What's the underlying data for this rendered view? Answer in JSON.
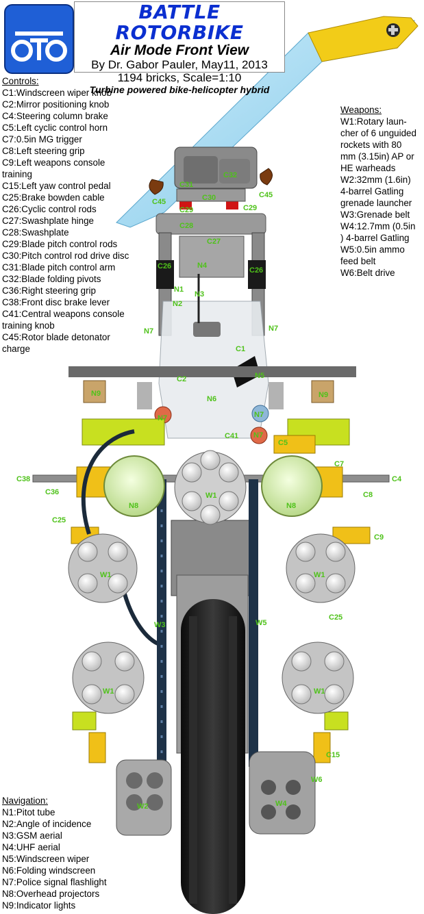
{
  "header": {
    "title": "BATTLE ROTORBIKE",
    "subtitle": "Air Mode Front View",
    "author_line": "By Dr. Gabor Pauler, May11, 2013",
    "bricks_line": "1194 bricks, Scale=1:10",
    "tagline": "Turbine powered bike-helicopter hybrid"
  },
  "logo": {
    "icon": "oto-logo-icon",
    "color": "#1f5fd6"
  },
  "controls": {
    "heading": "Controls:",
    "items": [
      "C1:Windscreen wiper knob",
      "C2:Mirror positioning knob",
      "C4:Steering column brake",
      "C5:Left cyclic control horn",
      "C7:0.5in MG trigger",
      "C8:Left steering grip",
      "C9:Left weapons console",
      "training",
      "C15:Left yaw control pedal",
      "C25:Brake bowden cable",
      "C26:Cyclic control rods",
      "C27:Swashplate hinge",
      "C28:Swashplate",
      "C29:Blade pitch control rods",
      "C30:Pitch control rod drive disc",
      "C31:Blade pitch control arm",
      "C32:Blade folding pivots",
      "C36:Right steering grip",
      "C38:Front disc brake lever",
      "C41:Central weapons console",
      "training knob",
      "C45:Rotor blade detonator",
      "charge"
    ]
  },
  "weapons": {
    "heading": "Weapons:",
    "lines": [
      "W1:Rotary laun-",
      "cher of 6 unguided",
      "rockets with 80",
      "mm (3.15in) AP or",
      "HE warheads",
      "W2:32mm (1.6in)",
      "4-barrel Gatling",
      "grenade launcher",
      "W3:Grenade belt",
      "W4:12.7mm (0.5in",
      ") 4-barrel Gatling",
      "W5:0.5in ammo",
      "feed belt",
      "W6:Belt drive"
    ]
  },
  "navigation": {
    "heading": "Navigation:",
    "items": [
      "N1:Pitot tube",
      "N2:Angle of incidence",
      "N3:GSM aerial",
      "N4:UHF aerial",
      "N5:Windscreen wiper",
      "N6:Folding windscreen",
      "N7:Police signal flashlight",
      "N8:Overhead projectors",
      "N9:Indicator lights"
    ]
  },
  "callouts": {
    "C1": "C1",
    "C2": "C2",
    "C4": "C4",
    "C5": "C5",
    "C7": "C7",
    "C8": "C8",
    "C9": "C9",
    "C15": "C15",
    "C25": "C25",
    "C26": "C26",
    "C27": "C27",
    "C28": "C28",
    "C29": "C29",
    "C30": "C30",
    "C31": "C31",
    "C32": "C32",
    "C36": "C36",
    "C38": "C38",
    "C41": "C41",
    "C45": "C45",
    "N1": "N1",
    "N2": "N2",
    "N3": "N3",
    "N4": "N4",
    "N5": "N5",
    "N6": "N6",
    "N7": "N7",
    "N8": "N8",
    "N9": "N9",
    "W1": "W1",
    "W2": "W2",
    "W3": "W3",
    "W4": "W4",
    "W5": "W5",
    "W6": "W6"
  }
}
